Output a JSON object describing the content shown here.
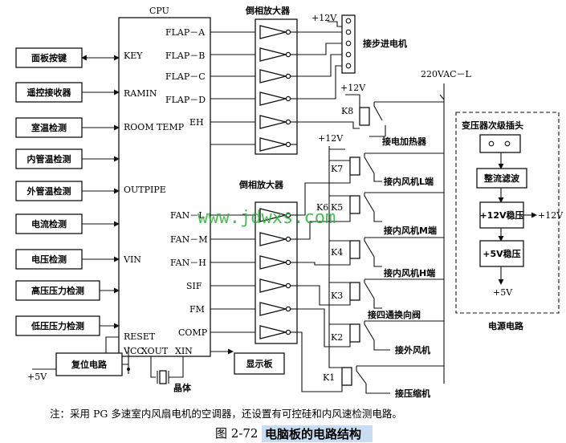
{
  "cpu": {
    "title": "CPU",
    "key": "KEY",
    "ramin": "RAMIN",
    "room_temp": "ROOM TEMP",
    "outpipe": "OUTPIPE",
    "vin": "VIN",
    "reset": "RESET",
    "vcc": "VCC",
    "xout": "XOUT",
    "xin": "XIN"
  },
  "inputs": [
    "面板按键",
    "遥控接收器",
    "室温检测",
    "内管温检测",
    "外管温检测",
    "电流检测",
    "电压检测",
    "高压压力检测",
    "低压压力检测"
  ],
  "outputs_top": [
    "FLAP－A",
    "FLAP－B",
    "FLAP－C",
    "FLAP－D",
    "EH"
  ],
  "outputs_bottom": [
    "FAN－L",
    "FAN－M",
    "FAN－H",
    "SIF",
    "FM",
    "COMP"
  ],
  "inverter_top": "倒相放大器",
  "inverter_bottom": "倒相放大器",
  "plus12v": "+12V",
  "plus5v": "+5V",
  "stepper": "接步进电机",
  "ac": "220VAC－L",
  "heater": "接电加热器",
  "relays": [
    "K8",
    "K7",
    "K6",
    "K5",
    "K4",
    "K3",
    "K2",
    "K1"
  ],
  "loads": [
    "接内风机L端",
    "接内风机M端",
    "接内风机H端",
    "接四通换向阀",
    "接外风机",
    "接压缩机"
  ],
  "reset_circuit": "复位电路",
  "crystal": "晶体",
  "display": "显示板",
  "power": {
    "title": "变压器次级插头",
    "rectifier": "整流滤波",
    "reg12": "+12V稳压",
    "out12": "+12V",
    "reg5": "+5V稳压",
    "out5": "+5V",
    "name": "电源电路"
  },
  "watermark": "www.jdwxs.com",
  "note": "注：采用 PG 多速室内风扇电机的空调器，还设置有可控硅和内风速检测电路。",
  "figure_no": "图 2-72",
  "figure_title": "电脑板的电路结构"
}
